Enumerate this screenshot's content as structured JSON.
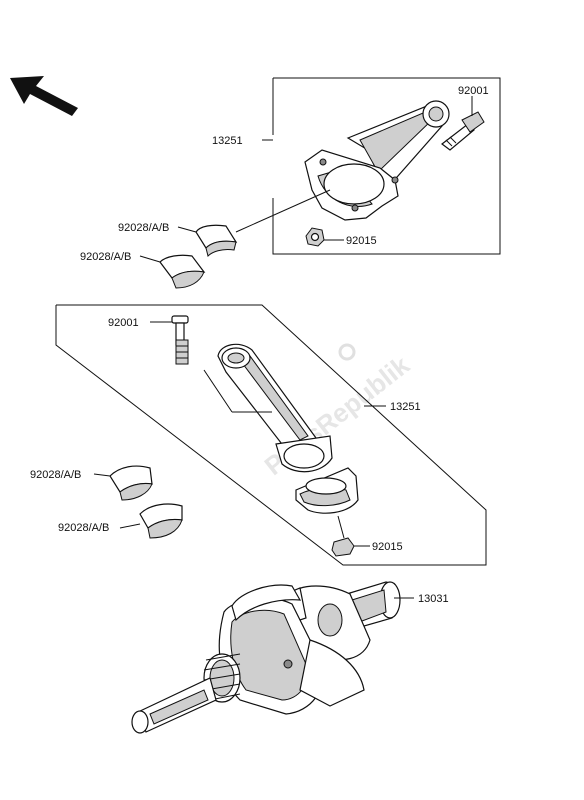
{
  "labels": {
    "rod_upper_callout": "13251",
    "bolt_upper_callout": "92001",
    "bearing_upper_a": "92028/A/B",
    "bearing_upper_b": "92028/A/B",
    "nut_upper_callout": "92015",
    "bolt_lower_callout": "92001",
    "rod_lower_callout": "13251",
    "bearing_lower_a": "92028/A/B",
    "bearing_lower_b": "92028/A/B",
    "nut_lower_callout": "92015",
    "crankshaft_callout": "13031"
  },
  "watermark": "PartsRepublik",
  "icons": {
    "direction_arrow": "front-arrow-icon"
  }
}
